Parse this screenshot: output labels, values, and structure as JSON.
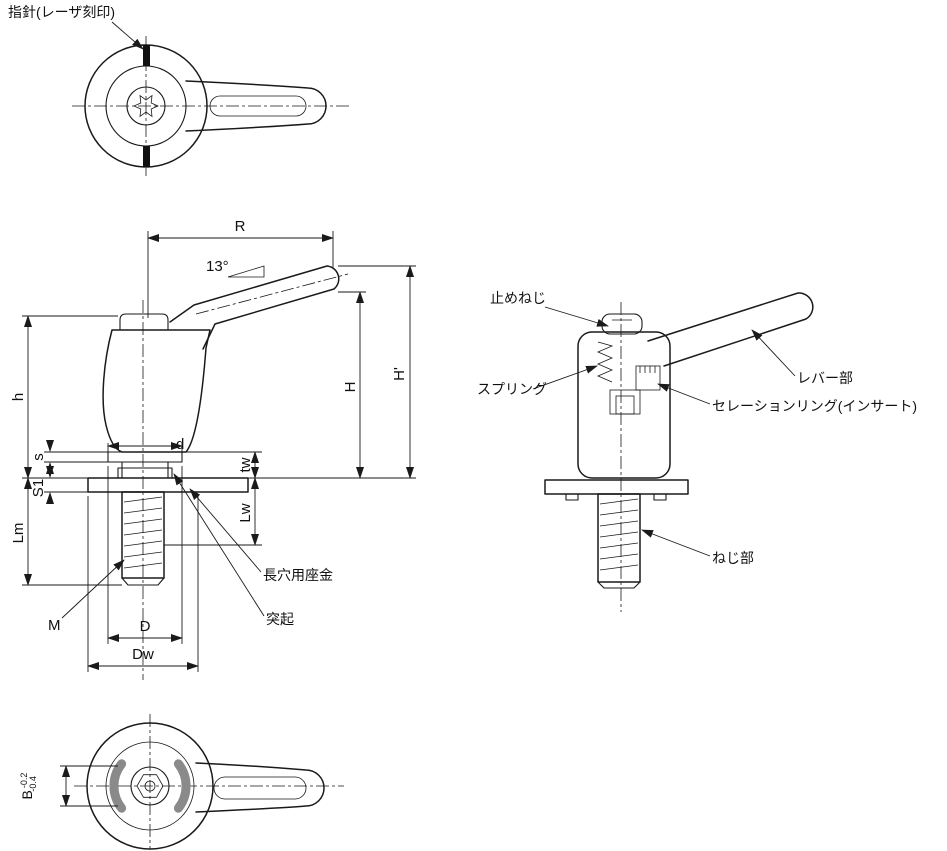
{
  "labels": {
    "pointer": "指針(レーザ刻印)",
    "set_screw": "止めねじ",
    "spring": "スプリング",
    "lever_part": "レバー部",
    "serration_ring": "セレーションリング(インサート)",
    "thread_part": "ねじ部",
    "slot_washer": "長穴用座金",
    "protrusion": "突起"
  },
  "dims": {
    "R": "R",
    "angle": "13°",
    "h": "h",
    "H": "H",
    "H_prime": "H'",
    "d": "d",
    "tw": "tw",
    "s": "s",
    "s1": "S1",
    "Lw": "Lw",
    "Lm": "Lm",
    "M": "M",
    "D": "D",
    "Dw": "Dw",
    "B": "B",
    "B_tol_upper": "-0.2",
    "B_tol_lower": "-0.4"
  },
  "colors": {
    "line": "#1a1a1a",
    "background": "#ffffff"
  }
}
